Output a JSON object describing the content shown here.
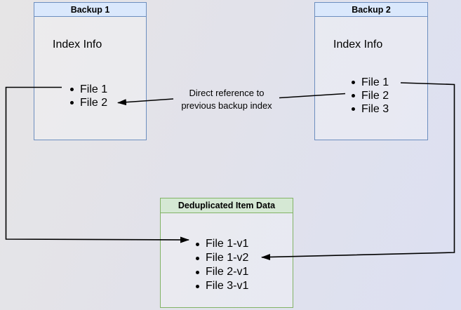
{
  "backup1": {
    "title": "Backup 1",
    "section_label": "Index Info",
    "files": [
      "File 1",
      "File 2"
    ]
  },
  "backup2": {
    "title": "Backup 2",
    "section_label": "Index Info",
    "files": [
      "File 1",
      "File 2",
      "File 3"
    ]
  },
  "dedup": {
    "title": "Deduplicated Item Data",
    "items": [
      "File 1-v1",
      "File 1-v2",
      "File 2-v1",
      "File 3-v1"
    ]
  },
  "annotation": {
    "line1": "Direct reference to",
    "line2": "previous backup index"
  },
  "colors": {
    "blue_header_fill": "#dae8fc",
    "blue_border": "#6c8ebf",
    "green_header_fill": "#d5e8d4",
    "green_border": "#82b366",
    "arrow": "#000000"
  }
}
